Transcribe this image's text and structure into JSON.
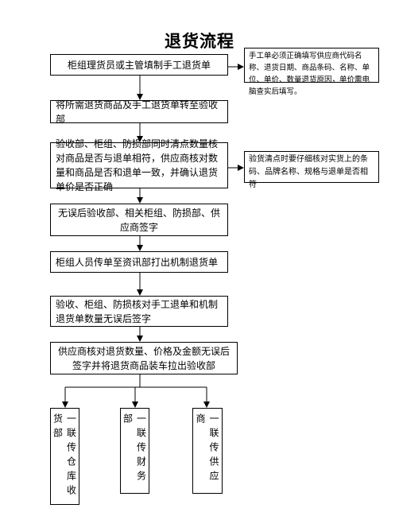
{
  "title": "退货流程",
  "steps": [
    "柜组理货员或主管填制手工退货单",
    "将所需退货商品及手工退货单转至验收部",
    "验收部、柜组、防损部同时清点数量核对商品是否与退单相符，供应商核对数量和商品是否和退单一致，并确认退货单价是否正确",
    "无误后验收部、相关柜组、防损部、供应商签字",
    "柜组人员传单至资讯部打出机制退货单",
    "验收、柜组、防损核对手工退单和机制退货单数量无误后签字",
    "供应商核对退货数量、价格及金额无误后签字并将退货商品装车拉出验收部"
  ],
  "notes": [
    "手工单必须正确填写供应商代码名称、退货日期、商品条码、名称、单位、单价、数量退货原因，单价需电脑查实后填写。",
    "验货清点时要仔细核对实货上的条码、品牌名称、规格与退单是否相符"
  ],
  "copies": [
    "一联传仓库收货部",
    "一联传财务部",
    "一联传供应商"
  ]
}
